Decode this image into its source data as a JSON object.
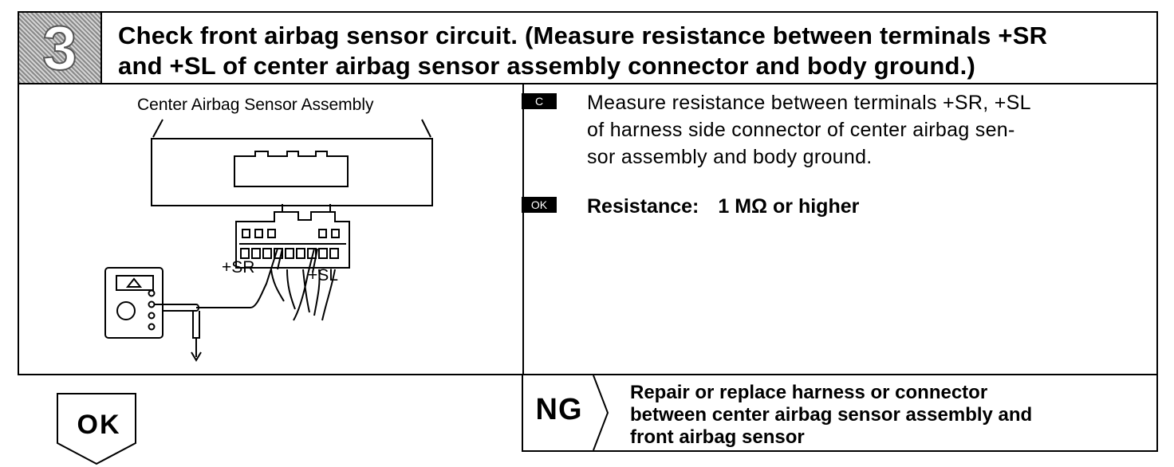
{
  "step": {
    "number": "3",
    "title_line1": "Check front airbag sensor circuit. (Measure resistance between terminals +SR",
    "title_line2": "and +SL of center airbag sensor assembly connector and body ground.)"
  },
  "figure": {
    "assembly_label": "Center Airbag Sensor Assembly",
    "terminal_sr": "+SR",
    "terminal_sl": "+SL"
  },
  "instructions": {
    "check_tag": "C",
    "check_line1": "Measure resistance between terminals +SR, +SL",
    "check_line2": "of harness side connector of center airbag sen-",
    "check_line3": "sor assembly and body ground.",
    "ok_tag": "OK",
    "spec_label": "Resistance:",
    "spec_value": "1 MΩ or higher"
  },
  "result_ok": {
    "label": "OK"
  },
  "result_ng": {
    "label": "NG",
    "line1": "Repair or replace harness or connector",
    "line2": "between center airbag sensor assembly and",
    "line3": "front airbag sensor"
  }
}
